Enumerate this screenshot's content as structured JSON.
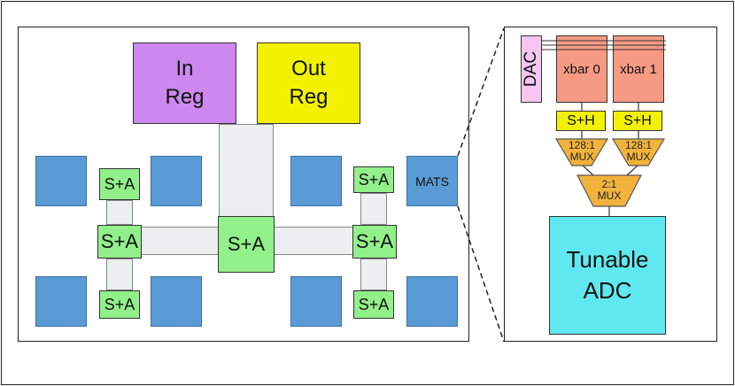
{
  "tile": {
    "in_reg": [
      "In",
      "Reg"
    ],
    "out_reg": [
      "Out",
      "Reg"
    ],
    "sa_label": "S+A",
    "mats_label": "MATS"
  },
  "mats_detail": {
    "dac_label": "DAC",
    "xbars": [
      "xbar 0",
      "xbar 1"
    ],
    "sh_label": "S+H",
    "mux_small": [
      "128:1",
      "MUX"
    ],
    "mux_big": [
      "2:1",
      "MUX"
    ],
    "adc": [
      "Tunable",
      "ADC"
    ]
  },
  "colors": {
    "in_reg": "#cc88ee",
    "out_reg": "#f2f200",
    "mats": "#5b9bd5",
    "sa": "#92f08a",
    "xbar": "#f79a84",
    "dac": "#f4c6f0",
    "sh": "#f2f200",
    "mux": "#f2b33c",
    "adc": "#5fe8f0"
  }
}
